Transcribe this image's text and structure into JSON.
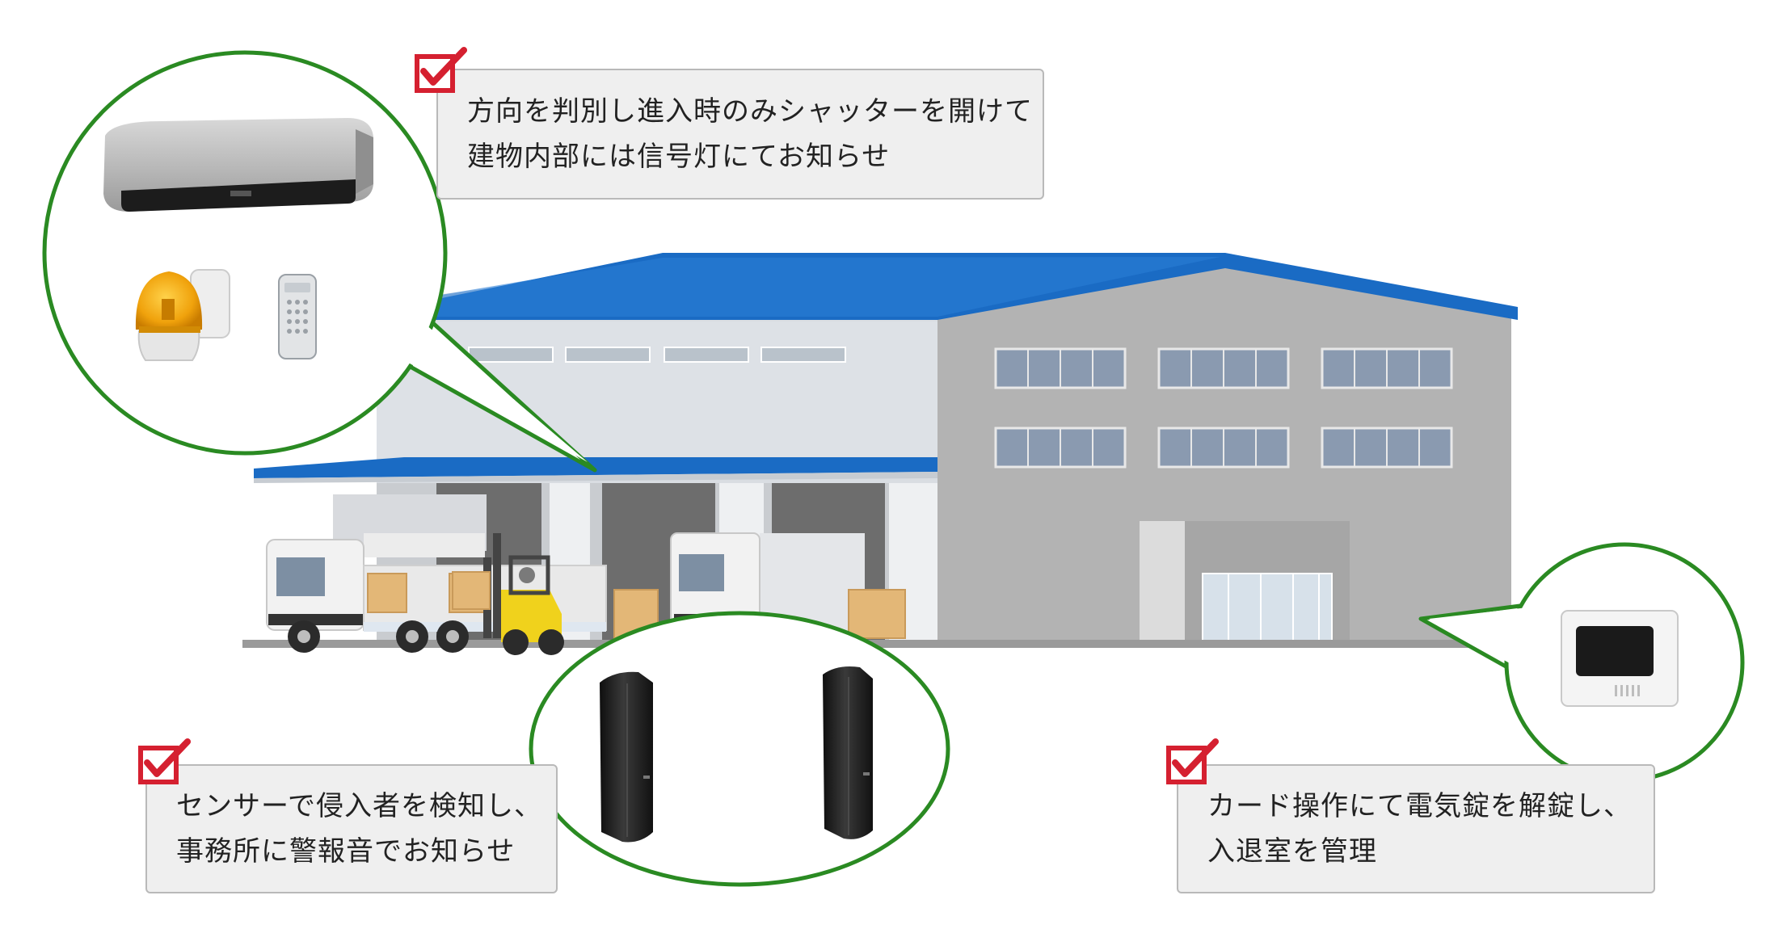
{
  "colors": {
    "ring_green": "#2a8a22",
    "check_red": "#d52030",
    "roof_blue": "#1a6bc4",
    "callout_bg": "#efefef",
    "callout_border": "#b9b9b9"
  },
  "callouts": {
    "shutter": {
      "line1": "方向を判別し進入時のみシャッターを開けて",
      "line2": "建物内部には信号灯にてお知らせ"
    },
    "sensor": {
      "line1": "センサーで侵入者を検知し、",
      "line2": "事務所に警報音でお知らせ"
    },
    "access": {
      "line1": "カード操作にて電気錠を解錠し、",
      "line2": "入退室を管理"
    }
  },
  "icons": {
    "check": "check-box-icon",
    "sensor_device": "direction-sensor-icon",
    "warning_light": "rotating-warning-light-icon",
    "remote": "remote-control-icon",
    "beam_sensor": "infrared-beam-sensor-icon",
    "card_reader": "card-reader-icon"
  }
}
